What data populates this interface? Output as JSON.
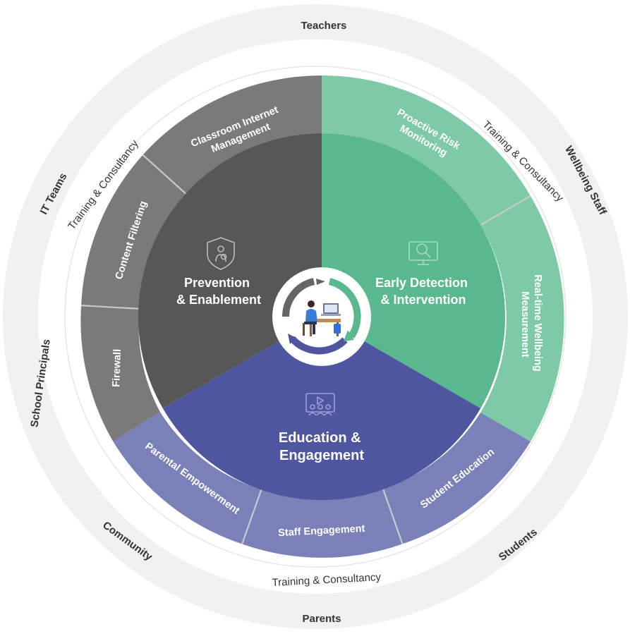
{
  "audiences": {
    "teachers": "Teachers",
    "wellbeing_staff": "Wellbeing Staff",
    "students": "Students",
    "parents": "Parents",
    "community": "Community",
    "school_principals": "School Principals",
    "it_teams": "IT Teams"
  },
  "training": {
    "label_1": "Training & Consultancy",
    "label_2": "Training & Consultancy",
    "label_3": "Training & Consultancy"
  },
  "pillars": {
    "prevention": {
      "title_line1": "Prevention",
      "title_line2": "& Enablement",
      "icon": "shield-person-icon",
      "color_inner": "#575757",
      "color_outer": "#7a7a7a",
      "segments": {
        "classroom_line1": "Classroom Internet",
        "classroom_line2": "Management",
        "content_filtering": "Content Filtering",
        "firewall": "Firewall"
      }
    },
    "detection": {
      "title_line1": "Early Detection",
      "title_line2": "& Intervention",
      "icon": "monitor-magnifier-icon",
      "color_inner": "#59b88e",
      "color_outer": "#7fcaa6",
      "segments": {
        "proactive_line1": "Proactive Risk",
        "proactive_line2": "Monitoring",
        "realtime_line1": "Real-time Wellbeing",
        "realtime_line2": "Measurement"
      }
    },
    "education": {
      "title_line1": "Education &",
      "title_line2": "Engagement",
      "icon": "video-presentation-icon",
      "color_inner": "#4e56a0",
      "color_outer": "#7a80b8",
      "segments": {
        "parental": "Parental Empowerment",
        "staff": "Staff Engagement",
        "student": "Student Education"
      }
    }
  },
  "center": {
    "icon": "student-at-desk-icon"
  }
}
